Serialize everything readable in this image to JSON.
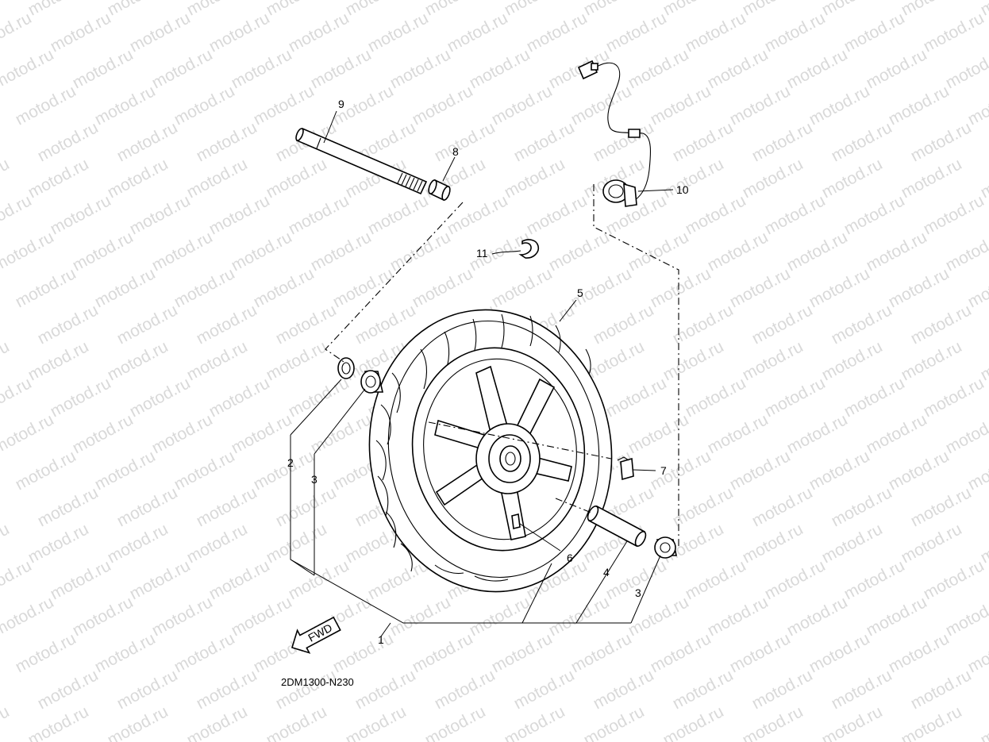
{
  "watermark": {
    "text": "motod.ru",
    "color": "#d9d9d9"
  },
  "diagram_code": "2DM1300-N230",
  "fwd_label": "FWD",
  "callouts": [
    {
      "id": "c1",
      "number": "1"
    },
    {
      "id": "c2",
      "number": "2"
    },
    {
      "id": "c3a",
      "number": "3"
    },
    {
      "id": "c3b",
      "number": "3"
    },
    {
      "id": "c4",
      "number": "4"
    },
    {
      "id": "c5",
      "number": "5"
    },
    {
      "id": "c6",
      "number": "6"
    },
    {
      "id": "c7",
      "number": "7"
    },
    {
      "id": "c8",
      "number": "8"
    },
    {
      "id": "c9",
      "number": "9"
    },
    {
      "id": "c10",
      "number": "10"
    },
    {
      "id": "c11",
      "number": "11"
    }
  ]
}
